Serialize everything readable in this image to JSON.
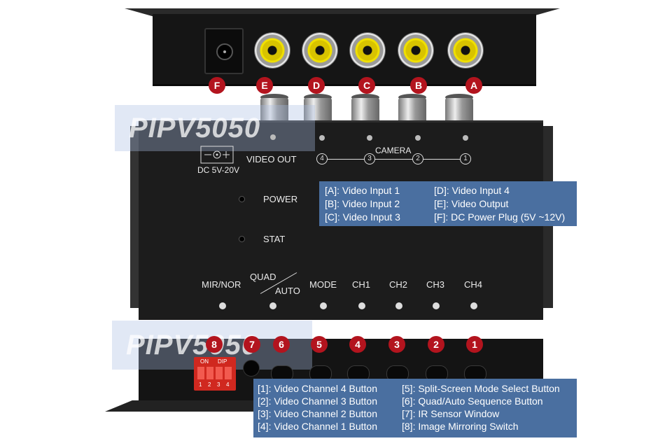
{
  "watermark": "PIPV5050",
  "rear": {
    "letters": [
      "F",
      "E",
      "D",
      "C",
      "B",
      "A"
    ]
  },
  "top_panel": {
    "dc_label": "DC 5V-20V",
    "video_out": "VIDEO OUT",
    "camera": "CAMERA",
    "camera_nums": [
      "4",
      "3",
      "2",
      "1"
    ],
    "power": "POWER",
    "stat": "STAT",
    "mirror_label": "MIR/NOR",
    "quad_label": "QUAD",
    "auto_label": "AUTO",
    "buttons": [
      "MODE",
      "CH1",
      "CH2",
      "CH3",
      "CH4"
    ]
  },
  "legend_top": {
    "left": [
      "[A]: Video Input 1",
      "[B]: Video Input 2",
      "[C]: Video Input 3"
    ],
    "right": [
      "[D]: Video Input 4",
      "[E]: Video Output",
      "[F]: DC Power Plug (5V ~12V)"
    ]
  },
  "front": {
    "badges": [
      "8",
      "7",
      "6",
      "5",
      "4",
      "3",
      "2",
      "1"
    ],
    "dip_on": "ON",
    "dip_label": "DIP",
    "dip_nums": [
      "1",
      "2",
      "3",
      "4"
    ]
  },
  "legend_bottom": {
    "left": [
      "[1]: Video Channel 4 Button",
      "[2]: Video Channel 3 Button",
      "[3]: Video Channel 2 Button",
      "[4]: Video Channel 1 Button"
    ],
    "right": [
      "[5]: Split-Screen Mode Select Button",
      "[6]: Quad/Auto Sequence Button",
      "[7]: IR Sensor Window",
      "[8]: Image Mirroring Switch"
    ]
  },
  "colors": {
    "badge": "#b3141e",
    "legend_bg": "#4a6fa0",
    "rca_yellow": "#f0e000",
    "dip_switch": "#d0281f"
  }
}
